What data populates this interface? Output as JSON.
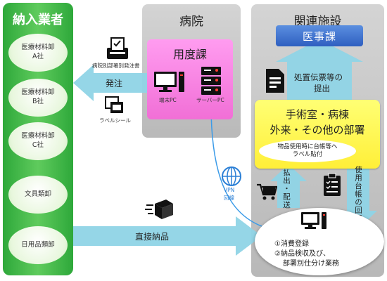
{
  "panels": {
    "vendors_title": "納入業者",
    "hospital_title": "病院",
    "facility_title": "関連施設"
  },
  "vendors": [
    {
      "line1": "医療材料卸",
      "line2": "A社"
    },
    {
      "line1": "医療材料卸",
      "line2": "B社"
    },
    {
      "line1": "医療材料卸",
      "line2": "C社"
    },
    {
      "line1": "文具類卸",
      "line2": ""
    },
    {
      "line1": "日用品類卸",
      "line2": ""
    }
  ],
  "hospital": {
    "dept_title": "用度課",
    "terminal_pc": "端末PC",
    "server_pc": "サーバーPC",
    "order_doc": "病院別部署別発注書",
    "label_seal": "ラベルシール",
    "order_arrow": "発注"
  },
  "facility": {
    "medical_affairs": "医事課",
    "submit_slip_line1": "処置伝票等の",
    "submit_slip_line2": "提出",
    "departments_line1": "手術室・病棟",
    "departments_line2": "外来・その他の部署",
    "label_note_line1": "物品使用時に台帳等へ",
    "label_note_line2": "ラベル貼付",
    "payout_delivery": "払出・配送",
    "usage_ledger": "使用台帳の回収",
    "task1": "①消費登録",
    "task2_line1": "②納品検収及び、",
    "task2_line2": "部署別仕分け業務"
  },
  "direct_delivery": "直接納品",
  "vpn_line1": "VPN",
  "vpn_line2": "回線",
  "colors": {
    "green": "#3bb544",
    "pink": "#f27ad9",
    "blue_arrow": "#8fd4e6",
    "yellow": "#fff94f",
    "navy": "#3567c8"
  }
}
